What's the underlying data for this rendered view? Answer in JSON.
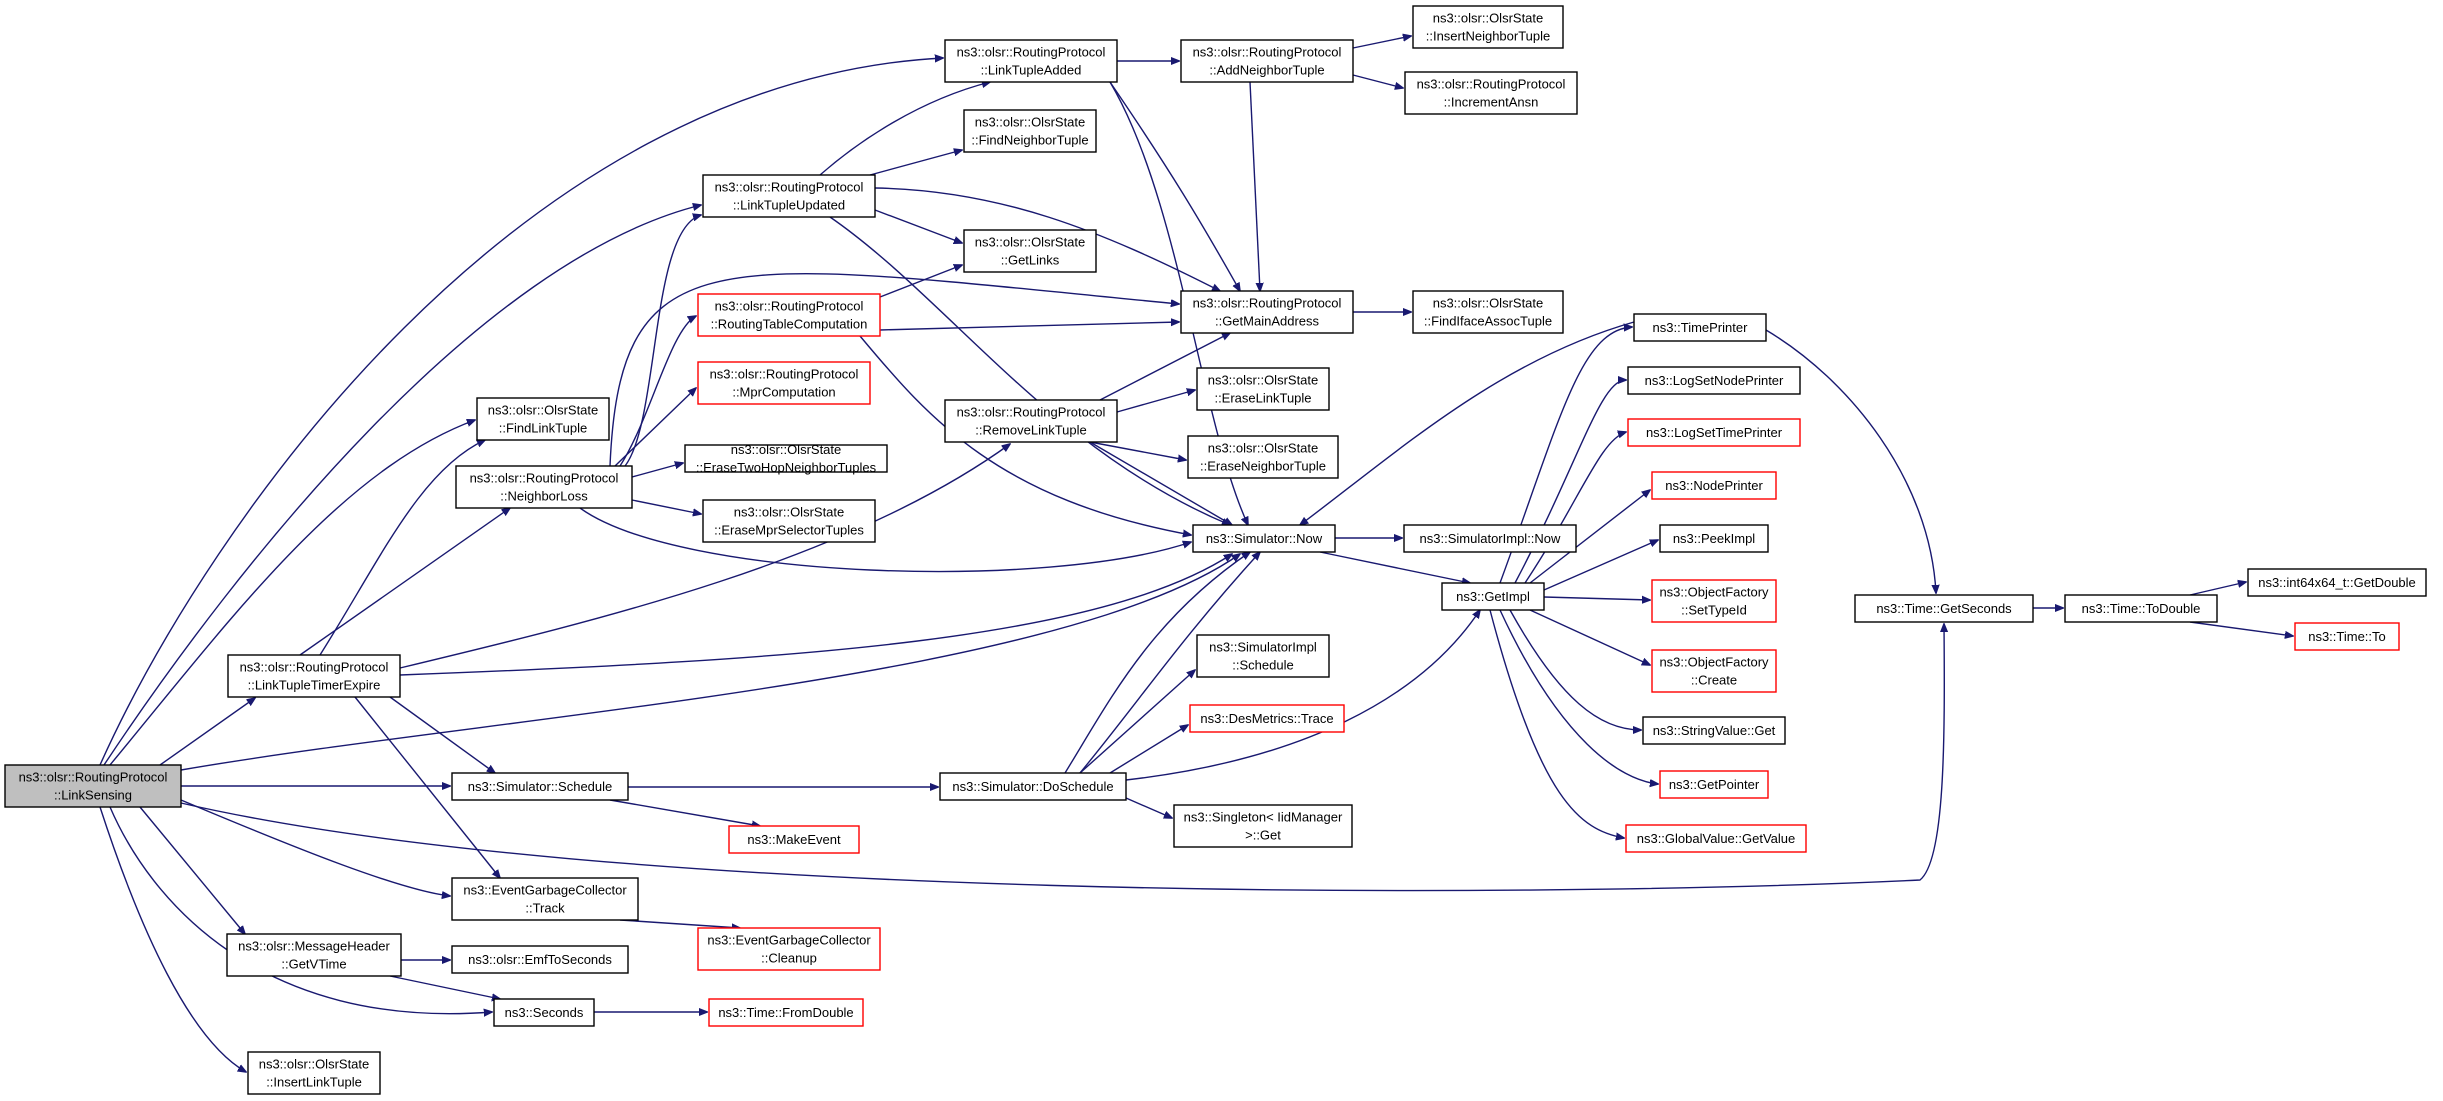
{
  "colors": {
    "edge": "#191970",
    "node_border": "#000000",
    "node_border_external": "#ff0000",
    "root_fill": "#bfbfbf",
    "background": "#ffffff"
  },
  "nodes": [
    {
      "id": "linksensing",
      "lines": [
        "ns3::olsr::RoutingProtocol",
        "::LinkSensing"
      ],
      "style": "root"
    },
    {
      "id": "ltte",
      "lines": [
        "ns3::olsr::RoutingProtocol",
        "::LinkTupleTimerExpire"
      ],
      "style": "normal"
    },
    {
      "id": "findlinktuple",
      "lines": [
        "ns3::olsr::OlsrState",
        "::FindLinkTuple"
      ],
      "style": "normal"
    },
    {
      "id": "neighborloss",
      "lines": [
        "ns3::olsr::RoutingProtocol",
        "::NeighborLoss"
      ],
      "style": "normal"
    },
    {
      "id": "schedule",
      "lines": [
        "ns3::Simulator::Schedule"
      ],
      "style": "normal"
    },
    {
      "id": "egctrack",
      "lines": [
        "ns3::EventGarbageCollector",
        "::Track"
      ],
      "style": "normal"
    },
    {
      "id": "getvtime",
      "lines": [
        "ns3::olsr::MessageHeader",
        "::GetVTime"
      ],
      "style": "normal"
    },
    {
      "id": "emftosec",
      "lines": [
        "ns3::olsr::EmfToSeconds"
      ],
      "style": "normal"
    },
    {
      "id": "seconds",
      "lines": [
        "ns3::Seconds"
      ],
      "style": "normal"
    },
    {
      "id": "insertlinktuple",
      "lines": [
        "ns3::olsr::OlsrState",
        "::InsertLinkTuple"
      ],
      "style": "normal"
    },
    {
      "id": "ltu",
      "lines": [
        "ns3::olsr::RoutingProtocol",
        "::LinkTupleUpdated"
      ],
      "style": "normal"
    },
    {
      "id": "rtc",
      "lines": [
        "ns3::olsr::RoutingProtocol",
        "::RoutingTableComputation"
      ],
      "style": "red"
    },
    {
      "id": "mprcomp",
      "lines": [
        "ns3::olsr::RoutingProtocol",
        "::MprComputation"
      ],
      "style": "red"
    },
    {
      "id": "erasetwohop",
      "lines": [
        "ns3::olsr::OlsrState",
        "::EraseTwoHopNeighborTuples"
      ],
      "style": "normal"
    },
    {
      "id": "erasempr",
      "lines": [
        "ns3::olsr::OlsrState",
        "::EraseMprSelectorTuples"
      ],
      "style": "normal"
    },
    {
      "id": "makeevent",
      "lines": [
        "ns3::MakeEvent"
      ],
      "style": "red"
    },
    {
      "id": "egccleanup",
      "lines": [
        "ns3::EventGarbageCollector",
        "::Cleanup"
      ],
      "style": "red"
    },
    {
      "id": "fromdouble",
      "lines": [
        "ns3::Time::FromDouble"
      ],
      "style": "red"
    },
    {
      "id": "lta",
      "lines": [
        "ns3::olsr::RoutingProtocol",
        "::LinkTupleAdded"
      ],
      "style": "normal"
    },
    {
      "id": "findneighbor",
      "lines": [
        "ns3::olsr::OlsrState",
        "::FindNeighborTuple"
      ],
      "style": "normal"
    },
    {
      "id": "getlinks",
      "lines": [
        "ns3::olsr::OlsrState",
        "::GetLinks"
      ],
      "style": "normal"
    },
    {
      "id": "removelt",
      "lines": [
        "ns3::olsr::RoutingProtocol",
        "::RemoveLinkTuple"
      ],
      "style": "normal"
    },
    {
      "id": "doschedule",
      "lines": [
        "ns3::Simulator::DoSchedule"
      ],
      "style": "normal"
    },
    {
      "id": "addneighbor",
      "lines": [
        "ns3::olsr::RoutingProtocol",
        "::AddNeighborTuple"
      ],
      "style": "normal"
    },
    {
      "id": "getmainaddr",
      "lines": [
        "ns3::olsr::RoutingProtocol",
        "::GetMainAddress"
      ],
      "style": "normal"
    },
    {
      "id": "eraselinktuple",
      "lines": [
        "ns3::olsr::OlsrState",
        "::EraseLinkTuple"
      ],
      "style": "normal"
    },
    {
      "id": "eraseneighbor",
      "lines": [
        "ns3::olsr::OlsrState",
        "::EraseNeighborTuple"
      ],
      "style": "normal"
    },
    {
      "id": "simnow",
      "lines": [
        "ns3::Simulator::Now"
      ],
      "style": "normal"
    },
    {
      "id": "simimplsched",
      "lines": [
        "ns3::SimulatorImpl",
        "::Schedule"
      ],
      "style": "normal"
    },
    {
      "id": "desmetrics",
      "lines": [
        "ns3::DesMetrics::Trace"
      ],
      "style": "red"
    },
    {
      "id": "singleton",
      "lines": [
        "ns3::Singleton< IidManager",
        ">::Get"
      ],
      "style": "normal"
    },
    {
      "id": "insertneighbor",
      "lines": [
        "ns3::olsr::OlsrState",
        "::InsertNeighborTuple"
      ],
      "style": "normal"
    },
    {
      "id": "incansn",
      "lines": [
        "ns3::olsr::RoutingProtocol",
        "::IncrementAnsn"
      ],
      "style": "normal"
    },
    {
      "id": "findiface",
      "lines": [
        "ns3::olsr::OlsrState",
        "::FindIfaceAssocTuple"
      ],
      "style": "normal"
    },
    {
      "id": "simimplnow",
      "lines": [
        "ns3::SimulatorImpl::Now"
      ],
      "style": "normal"
    },
    {
      "id": "getimpl",
      "lines": [
        "ns3::GetImpl"
      ],
      "style": "normal"
    },
    {
      "id": "timeprinter",
      "lines": [
        "ns3::TimePrinter"
      ],
      "style": "normal"
    },
    {
      "id": "logsetnode",
      "lines": [
        "ns3::LogSetNodePrinter"
      ],
      "style": "normal"
    },
    {
      "id": "logsettime",
      "lines": [
        "ns3::LogSetTimePrinter"
      ],
      "style": "red"
    },
    {
      "id": "nodeprinter",
      "lines": [
        "ns3::NodePrinter"
      ],
      "style": "red"
    },
    {
      "id": "peekimpl",
      "lines": [
        "ns3::PeekImpl"
      ],
      "style": "normal"
    },
    {
      "id": "ofsettypeid",
      "lines": [
        "ns3::ObjectFactory",
        "::SetTypeId"
      ],
      "style": "red"
    },
    {
      "id": "ofcreate",
      "lines": [
        "ns3::ObjectFactory",
        "::Create"
      ],
      "style": "red"
    },
    {
      "id": "stringvalget",
      "lines": [
        "ns3::StringValue::Get"
      ],
      "style": "normal"
    },
    {
      "id": "getpointer",
      "lines": [
        "ns3::GetPointer"
      ],
      "style": "red"
    },
    {
      "id": "globalvalget",
      "lines": [
        "ns3::GlobalValue::GetValue"
      ],
      "style": "red"
    },
    {
      "id": "getseconds",
      "lines": [
        "ns3::Time::GetSeconds"
      ],
      "style": "normal"
    },
    {
      "id": "todouble",
      "lines": [
        "ns3::Time::ToDouble"
      ],
      "style": "normal"
    },
    {
      "id": "int64getdouble",
      "lines": [
        "ns3::int64x64_t::GetDouble"
      ],
      "style": "normal"
    },
    {
      "id": "timeto",
      "lines": [
        "ns3::Time::To"
      ],
      "style": "red"
    }
  ]
}
